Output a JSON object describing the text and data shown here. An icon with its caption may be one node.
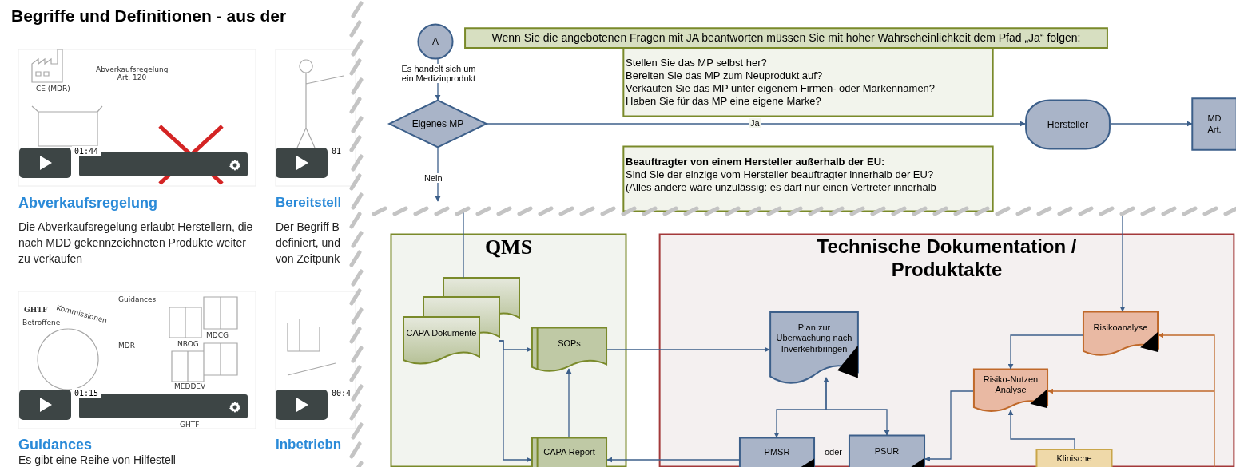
{
  "diagram": {
    "nodes": [
      {
        "text": [
          "A"
        ]
      },
      {
        "text": [
          "Eigenes MP"
        ]
      },
      {
        "text": [
          "Hersteller"
        ]
      },
      {
        "text": [
          "MD Art."
        ]
      },
      {
        "text": [
          "Wenn Sie die angebotenen Fragen mit JA beantworten müssen Sie mit hoher Wahrscheinlichkeit dem Pfad „Ja“ folgen:"
        ]
      },
      {
        "text": [
          "Stellen Sie das MP selbst her?",
          "Bereiten Sie das MP zum Neuprodukt auf?",
          "Verkaufen Sie das MP unter eigenem Firmen- oder Markennamen?",
          "Haben Sie für das MP eine eigene Marke?"
        ]
      },
      {
        "text": [
          "Beauftragter von einem Hersteller außerhalb der EU:",
          "Sind Sie der einzige vom Hersteller beauftragter innerhalb der EU?",
          "(Alles andere wäre unzulässig: es darf nur einen Vertreter innerhalb"
        ]
      },
      {
        "text": [
          "QMS"
        ]
      },
      {
        "text": [
          "CAPA Dokumente"
        ],
        "in": 7
      },
      {
        "text": [
          "SOPs"
        ],
        "in": 7
      },
      {
        "text": [
          "CAPA Report"
        ],
        "in": 7
      },
      {
        "text": [
          "Technische Dokumentation / Produktakte"
        ]
      },
      {
        "text": [
          "Plan zur Überwachung nach Inverkehrbringen"
        ],
        "in": 11
      },
      {
        "text": [
          "PMSR"
        ],
        "in": 11
      },
      {
        "text": [
          "PSUR"
        ],
        "in": 11
      },
      {
        "text": [
          "Risikoanalyse"
        ],
        "in": 11
      },
      {
        "text": [
          "Risiko-Nutzen Analyse"
        ],
        "in": 11
      },
      {
        "text": [
          "Klinische"
        ],
        "in": 11
      }
    ],
    "edges": [
      {
        "from": 0,
        "to": 1,
        "arrow": "to",
        "label": "Es handelt sich um ein Medizinprodukt"
      },
      {
        "from": 1,
        "to": 2,
        "arrow": "to",
        "label": "Ja"
      },
      {
        "from": 2,
        "to": 3,
        "arrow": "to"
      },
      {
        "from": 1,
        "to": null,
        "arrow": "to",
        "label": "Nein"
      },
      {
        "from": null,
        "to": 8,
        "arrow": "none"
      },
      {
        "from": 8,
        "to": 9,
        "arrow": "to"
      },
      {
        "from": 8,
        "to": 10,
        "arrow": "to"
      },
      {
        "from": 10,
        "to": 9,
        "arrow": "to"
      },
      {
        "from": 9,
        "to": 12,
        "arrow": "to"
      },
      {
        "from": 12,
        "to": 13,
        "arrow": "both"
      },
      {
        "from": 12,
        "to": 14,
        "arrow": "both"
      },
      {
        "from": 13,
        "to": 10,
        "arrow": "to"
      },
      {
        "from": 16,
        "to": 14,
        "arrow": "to"
      },
      {
        "from": 15,
        "to": 16,
        "arrow": "to"
      },
      {
        "from": null,
        "to": 15,
        "arrow": "to"
      },
      {
        "from": 17,
        "to": 16,
        "arrow": "to"
      },
      {
        "from": null,
        "to": 15,
        "arrow": "to",
        "color": "#c0692a"
      },
      {
        "from": null,
        "to": 16,
        "arrow": "to",
        "color": "#c0692a"
      }
    ],
    "labels": [
      "Begriffe und Definitionen - aus der",
      "Abverkaufsregelung Art. 120",
      "CE (MDR)",
      "01:44",
      "01",
      "Abverkaufsregelung",
      "Die Abverkaufsregelung erlaubt Herstellern, die nach MDD gekennzeichneten Produkte weiter zu verkaufen",
      "Bereitstell",
      "Der Begriff B definiert, und von Zeitpunk",
      "Guidances",
      "GHTF",
      "Kommissionen",
      "Betroffene",
      "MDR",
      "MDCG",
      "NBOG",
      "MEDDEV",
      "GHTF",
      "01:15",
      "00:4",
      "Guidances",
      "Inbetriebn",
      "Es gibt eine Reihe von Hilfestell",
      "oder"
    ]
  }
}
